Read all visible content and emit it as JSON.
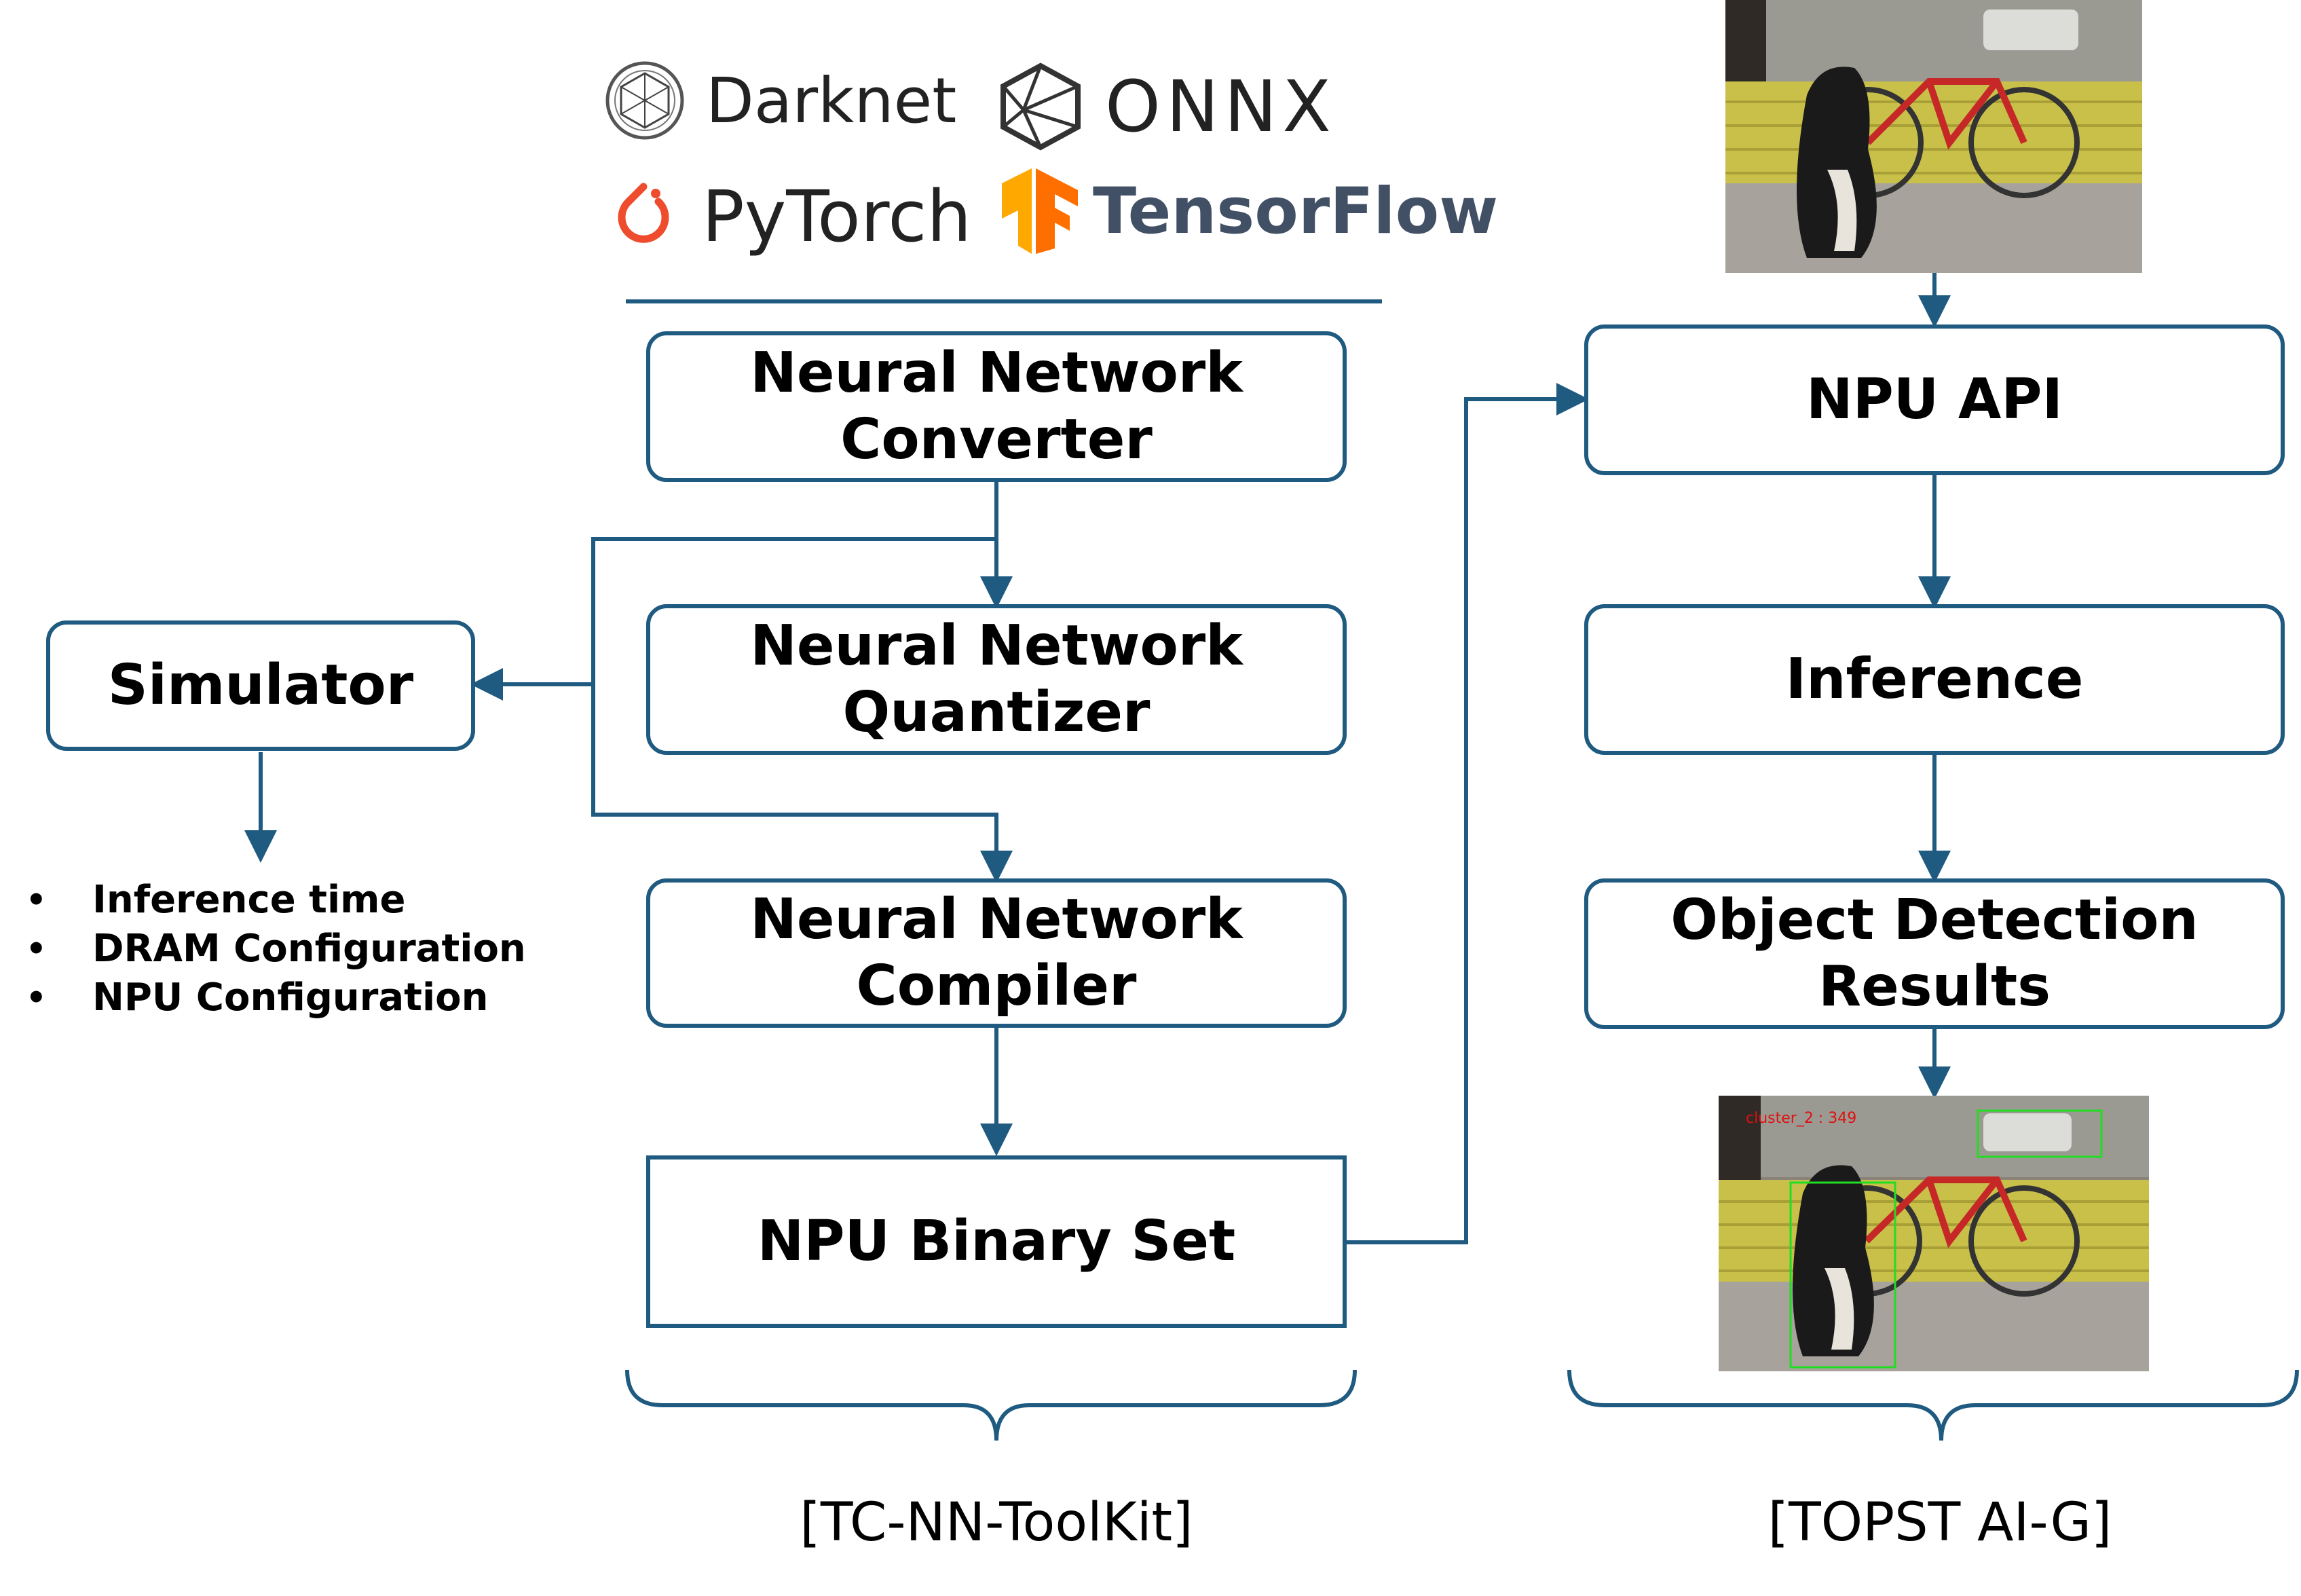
{
  "frameworks": {
    "darknet": "Darknet",
    "onnx": "ONNX",
    "pytorch": "PyTorch",
    "tensorflow": "TensorFlow"
  },
  "toolkit": {
    "converter": [
      "Neural Network",
      "Converter"
    ],
    "quantizer": [
      "Neural Network",
      "Quantizer"
    ],
    "compiler": [
      "Neural Network",
      "Compiler"
    ],
    "binary_set": "NPU Binary Set",
    "caption": "[TC-NN-ToolKit]"
  },
  "simulator": {
    "label": "Simulator",
    "outputs": [
      "Inference time",
      "DRAM Configuration",
      "NPU Configuration"
    ],
    "bullet": "•"
  },
  "runtime": {
    "npu_api": "NPU API",
    "inference": "Inference",
    "results": [
      "Object Detection",
      "Results"
    ],
    "caption": "[TOPST AI-G]"
  },
  "detections": {
    "labels": [
      "cluster_2 : 349"
    ],
    "label_color": "#e01010",
    "box_color": "#22dd22"
  },
  "colors": {
    "arrow": "#1f5a80",
    "box_border": "#1f5a80",
    "pytorch": "#ee4c2c",
    "tensorflow_mark": "#ff8f00",
    "tensorflow_text": "#425066"
  }
}
